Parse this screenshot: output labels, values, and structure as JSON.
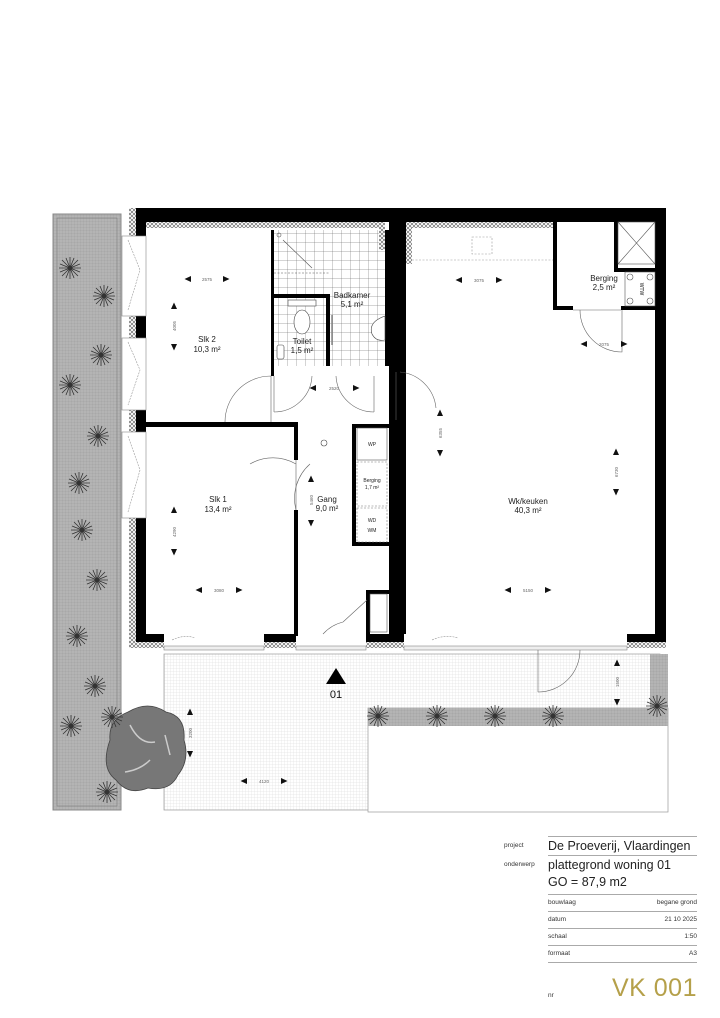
{
  "floorplan": {
    "rooms": [
      {
        "id": "slk2",
        "name": "Slk 2",
        "area": "10,3 m²",
        "dims": {
          "width": "2575",
          "depth": "4005"
        }
      },
      {
        "id": "badkamer",
        "name": "Badkamer",
        "area": "5,1 m²"
      },
      {
        "id": "toilet",
        "name": "Toilet",
        "area": "1,5 m²"
      },
      {
        "id": "slk1",
        "name": "Slk 1",
        "area": "13,4 m²",
        "dims": {
          "width": "3080",
          "depth": "4290"
        }
      },
      {
        "id": "gang",
        "name": "Gang",
        "area": "9,0 m²",
        "dims": {
          "width": "2520",
          "depth": "5460"
        }
      },
      {
        "id": "berging_small",
        "name": "Berging",
        "area": "1,7 m²"
      },
      {
        "id": "berging",
        "name": "Berging",
        "area": "2,5 m²",
        "dims": {
          "width": "2075"
        }
      },
      {
        "id": "wkkeuken",
        "name": "Wk/keuken",
        "area": "40,3 m²",
        "dims": {
          "width_top": "3075",
          "width_bottom": "5150",
          "depth_left": "6355",
          "depth_right": "6730"
        }
      }
    ],
    "fixtures": {
      "wp": "WP",
      "wd": "WD",
      "wm": "WM",
      "wtw": "WTW"
    },
    "terrace": {
      "width": "4120",
      "depth": "3200",
      "balcony_depth": "1500"
    },
    "entrance_marker": "01"
  },
  "titleblock": {
    "project_key": "project",
    "project_value": "De Proeverij, Vlaardingen",
    "subject_key": "onderwerp",
    "subject_line1": "plattegrond woning 01",
    "subject_line2": "GO = 87,9 m2",
    "rows": [
      {
        "key": "bouwlaag",
        "value": "begane grond"
      },
      {
        "key": "datum",
        "value": "21 10 2025"
      },
      {
        "key": "schaal",
        "value": "1:50"
      },
      {
        "key": "formaat",
        "value": "A3"
      }
    ],
    "nr_key": "nr",
    "nr_value": "VK 001"
  },
  "colors": {
    "wall": "#000000",
    "nr_accent": "#b5a04a",
    "planting": "#a8a8a8"
  }
}
